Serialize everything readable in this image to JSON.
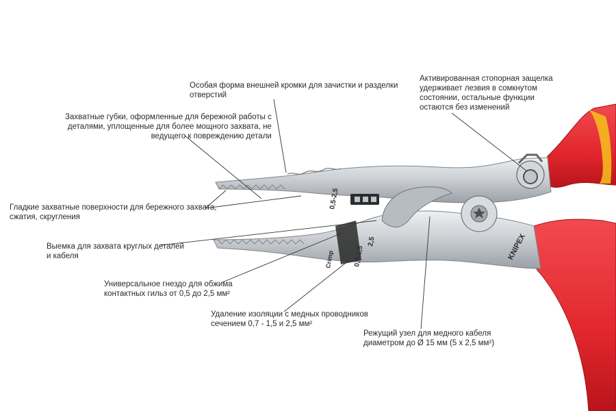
{
  "callouts": {
    "outer_edge": {
      "lines": [
        "Особая форма внешней кромки для зачистки и разделки",
        "отверстий"
      ]
    },
    "gripping_jaws": {
      "lines": [
        "Захватные губки, оформленные для бережной работы с",
        "деталями,  уплощенные для более мощного захвата, не",
        "ведущего к повреждению  детали"
      ]
    },
    "smooth_surfaces": {
      "lines": [
        "Гладкие захватные поверхности для бережного захвата,",
        "сжатия, скругления"
      ]
    },
    "round_recess": {
      "lines": [
        "Выемка для захвата круглых деталей",
        "и кабеля"
      ]
    },
    "crimp_socket": {
      "lines": [
        "Универсальное гнездо для обжима",
        "контактных гильз  от 0,5 до 2,5 мм²"
      ]
    },
    "stripping": {
      "lines": [
        "Удаление изоляции с медных проводников",
        "сечением 0,7 - 1,5 и 2,5 мм²"
      ]
    },
    "cutter": {
      "lines": [
        "Режущий узел для медного кабеля",
        "диаметром до Ø 15 мм (5 x 2,5 мм²)"
      ]
    },
    "latch": {
      "lines": [
        "Активированная стопорная защелка",
        "удерживает лезвия в сомкнутом",
        "состоянии, остальные функции",
        "остаются без изменений"
      ]
    }
  },
  "tool_markings": {
    "upper_range": "0,5-2,5",
    "crimp": "Crimp",
    "strip_range": "0,7-1,5",
    "strip_size": "2,5",
    "brand": "KNIPEX"
  },
  "colors": {
    "handle_red": "#e2262d",
    "handle_yellow": "#f6c21c",
    "steel": "#cfd3d6",
    "steel_dark": "#8a9096"
  }
}
